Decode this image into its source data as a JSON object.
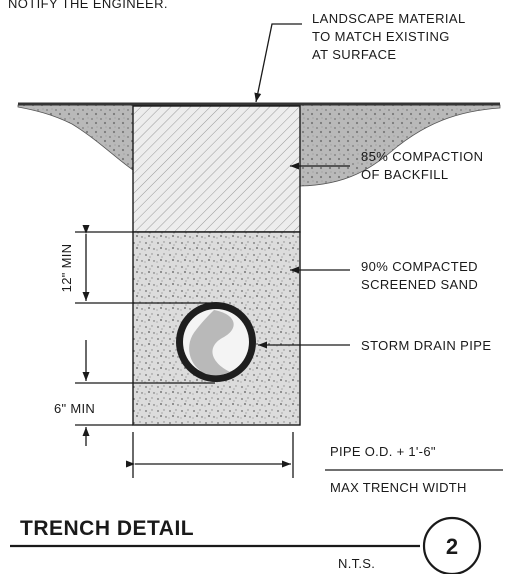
{
  "header_note": "NOTIFY THE ENGINEER.",
  "callouts": {
    "landscape": [
      "LANDSCAPE MATERIAL",
      "TO MATCH EXISTING",
      "AT SURFACE"
    ],
    "backfill": [
      "85% COMPACTION",
      "OF BACKFILL"
    ],
    "sand": [
      "90% COMPACTED",
      "SCREENED SAND"
    ],
    "pipe": "STORM DRAIN PIPE"
  },
  "dimensions": {
    "sand_above_pipe": "12\" MIN",
    "sand_below_pipe": "6\" MIN",
    "width_top": "PIPE O.D. + 1'-6\"",
    "width_bottom": "MAX TRENCH WIDTH"
  },
  "title": {
    "text": "TRENCH DETAIL",
    "scale": "N.T.S.",
    "detail_number": "2"
  }
}
